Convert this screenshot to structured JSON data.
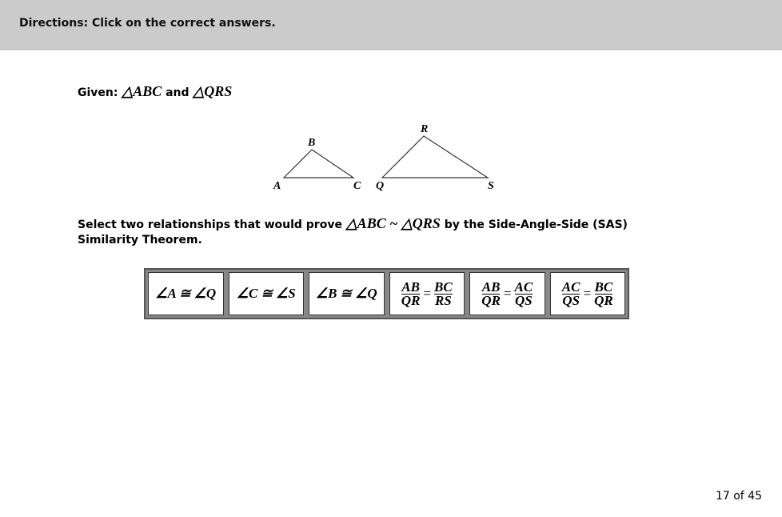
{
  "header": {
    "directions": "Directions: Click on the correct answers."
  },
  "given": {
    "label": "Given:",
    "tri1": "△ABC",
    "and": "and",
    "tri2": "△QRS"
  },
  "figure": {
    "labels": [
      "A",
      "B",
      "C",
      "Q",
      "R",
      "S"
    ]
  },
  "prompt": {
    "part1": "Select two relationships that would prove",
    "expr": "△ABC ~ △QRS",
    "part2": "by the Side-Angle-Side (SAS) Similarity Theorem."
  },
  "choices": [
    {
      "text": "∠A ≅ ∠Q"
    },
    {
      "text": "∠C ≅ ∠S"
    },
    {
      "text": "∠B ≅ ∠Q"
    },
    {
      "n1": "AB",
      "d1": "QR",
      "n2": "BC",
      "d2": "RS"
    },
    {
      "n1": "AB",
      "d1": "QR",
      "n2": "AC",
      "d2": "QS"
    },
    {
      "n1": "AC",
      "d1": "QS",
      "n2": "BC",
      "d2": "QR"
    }
  ],
  "eq": "=",
  "footer": {
    "page": "17 of 45"
  }
}
